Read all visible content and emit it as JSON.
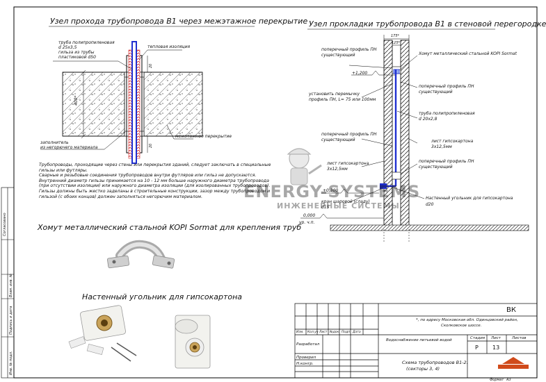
{
  "titles": {
    "section1": "Узел прохода трубопровода В1 через межэтажное перекрытие",
    "section2": "Узел прокладки трубопровода В1 в стеновой перегородке",
    "clamp": "Хомут металлический стальной KOPI Sormat для крепления труб",
    "bracket": "Настенный угольник для гипсокартона"
  },
  "node1": {
    "pipe_label": [
      "труба полипропиленовая",
      "d 25х3,5",
      "гильза из трубы",
      "пластиковой d50"
    ],
    "insulation": "тепловая изоляция",
    "dim_400": "400*",
    "dim_20_top": "20",
    "dim_20_bottom": "20",
    "filler": [
      "заполнитель",
      "из негорючего материала"
    ],
    "slab": "межэтажное перекрытие"
  },
  "notes": [
    "Трубопроводы, проходящие через стены или перекрытия зданий, следует заключать в специальные",
    "гильзы или футляры.",
    "Сварные и резьбовые соединения трубопроводов внутри футляров или гильз не допускаются.",
    "Внутренний диаметр гильзы принимается на 10 - 12 мм больше наружного диаметра трубопровода",
    " (при отсутствии изоляции) или наружного диаметра изоляции (для изолированных трубопроводов).",
    "Гильзы должны быть жестко заделаны в строительные конструкции, зазор между трубопроводом и",
    "гильзой (с обоих концов) должен заполняться негорючим материалом."
  ],
  "node2": {
    "dim_175": "175*",
    "dim_125": "125*",
    "profile_top": [
      "поперечный профиль ПН",
      "существующий"
    ],
    "clamp_label": "Хомут металлический стальной KOPI Sormat",
    "level_1200": "+1,200",
    "jumper": [
      "установить перемычку",
      "профиль ПН, L= 75 или 100мм"
    ],
    "profile_pn_r1": [
      "поперечный профиль ПН",
      "существующий"
    ],
    "pp_pipe": [
      "труба полипропиленовая",
      "d 20х2,8"
    ],
    "profile_left2": [
      "поперечный профиль ПН",
      "существующий"
    ],
    "gkl_right": [
      "лист гипсокартона",
      "3х12,5мм"
    ],
    "gkl_left": [
      "лист гипсокартона",
      "3х12,5мм"
    ],
    "profile_pn_r2": [
      "поперечный профиль ПН",
      "существующий"
    ],
    "level_300": "+0,300",
    "valve": [
      "кран шаровой (сладу)",
      "d15"
    ],
    "level_0": "0,000",
    "floor": "ур. ч.п.",
    "bracket_label": [
      "Настенный угольник для гипсокартона",
      "d20"
    ]
  },
  "watermark": {
    "brand": "ENERGY-SYSTEMS",
    "sub": "ИНЖЕНЕРНЫЕ СИСТЕМЫ"
  },
  "stamp": {
    "code": "ВК",
    "address": [
      "*, по адресу Московская обл. Одинцовский район,",
      "Сколковское шоссе."
    ],
    "cols": [
      "Изм.",
      "Кол.уч",
      "Лист",
      "№док.",
      "Подп.",
      "Дата"
    ],
    "developed": "Разработал",
    "checked": "Проверил",
    "nkontr": "Н.контр.",
    "system": "Водоснабжение питьевой водой",
    "stage_h": "Стадия",
    "sheet_h": "Лист",
    "sheets_h": "Листов",
    "stage": "Р",
    "sheet": "13",
    "drawing_title": [
      "Схема трубопроводов В1-2.",
      "(секторы 3, 4)"
    ],
    "format": "Формат",
    "format_val": "А3"
  },
  "side_stamp": [
    "Согласовано",
    "Взам. инв. №",
    "Подпись и дата",
    "Инв. № подл."
  ]
}
